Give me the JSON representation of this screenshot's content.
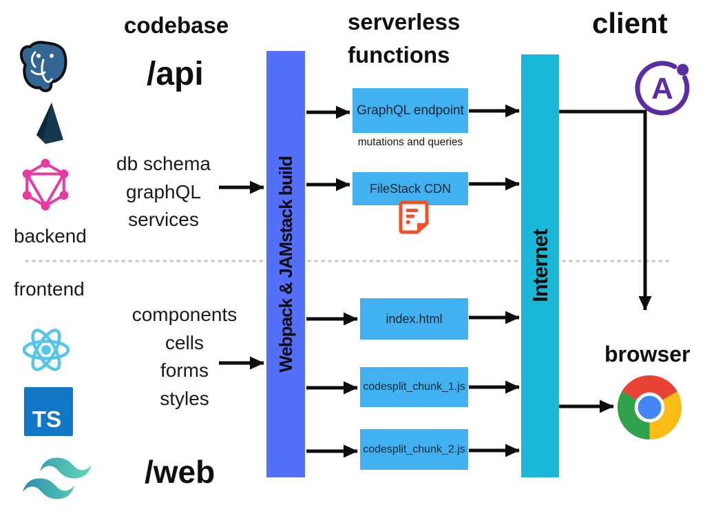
{
  "headers": {
    "codebase": "codebase",
    "serverless": [
      "serverless",
      "functions"
    ],
    "client": "client",
    "browser": "browser"
  },
  "left_rail": {
    "backend_label": "backend",
    "frontend_label": "frontend",
    "typescript_label": "TS"
  },
  "codebase_column": {
    "api_dir": "/api",
    "web_dir": "/web",
    "api_items": [
      "db schema",
      "graphQL",
      "services"
    ],
    "web_items": [
      "components",
      "cells",
      "forms",
      "styles"
    ]
  },
  "build_bar": {
    "label": "Webpack & JAMstack build",
    "color": "#5470fa"
  },
  "internet_bar": {
    "label": "Internet",
    "color": "#19b8d8"
  },
  "function_boxes": {
    "color": "#41b1f0",
    "graphql_endpoint": {
      "label": "GraphQL endpoint",
      "caption": "mutations and queries"
    },
    "filestack": {
      "label": "FileStack CDN"
    },
    "index_html": {
      "label": "index.html"
    },
    "chunk1": {
      "label": "codesplit_chunk_1.js"
    },
    "chunk2": {
      "label": "codesplit_chunk_2.js"
    }
  },
  "client_area": {
    "apollo_letter": "A"
  },
  "icons": {
    "postgresql": "postgresql-icon",
    "prisma": "prisma-icon",
    "graphql": "graphql-icon",
    "react": "react-icon",
    "typescript": "typescript-icon",
    "tailwind": "tailwind-icon",
    "filestack": "filestack-icon",
    "apollo_client": "apollo-client-icon",
    "chrome": "chrome-browser-icon"
  },
  "colors": {
    "build_bar": "#5470fa",
    "internet_bar": "#19b8d8",
    "function_box": "#41b1f0",
    "arrow": "#0d0d0d",
    "divider": "#cdcdcd",
    "graphql_pink": "#e93aa4",
    "apollo_purple": "#5a2da2",
    "filestack_orange": "#f1502c",
    "postgres_blue": "#336791",
    "prisma_navy": "#173950",
    "react_blue": "#5bcdf0",
    "typescript_blue": "#1277c6",
    "chrome_red": "#e94335",
    "chrome_green": "#31a24c",
    "chrome_yellow": "#f9bc15",
    "chrome_blue": "#4285f4"
  }
}
